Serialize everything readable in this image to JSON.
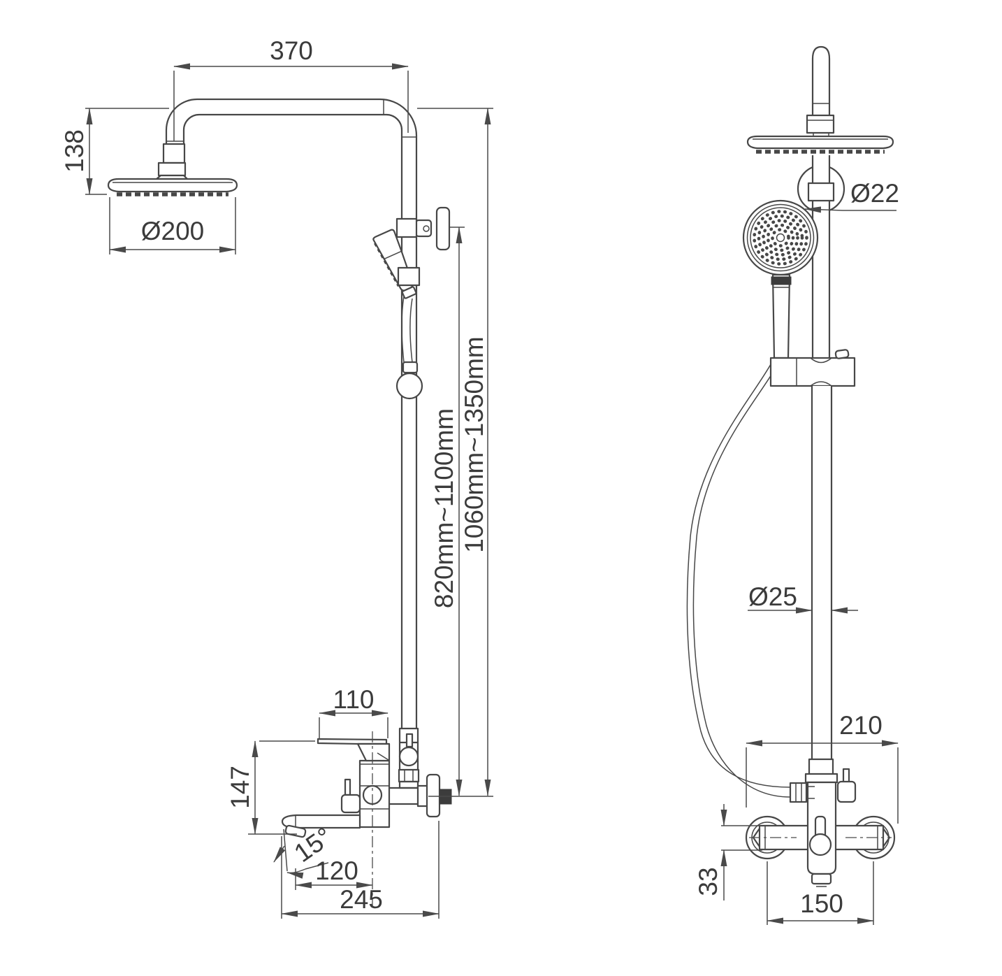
{
  "drawing": {
    "background": "#ffffff",
    "line_color": "#474747",
    "dimension_line_color": "#4a4a4a",
    "text_color": "#3b3b3b"
  },
  "left_view": {
    "dimensions": {
      "arm_length": "370",
      "head_offset": "138",
      "head_diameter": "Ø200",
      "slider_height_range": "820mm~1100mm",
      "column_height_range": "1060mm~1350mm",
      "handle_length": "110",
      "mixer_height": "147",
      "spout_angle": "15°",
      "spout_reach": "120",
      "overall_reach": "245"
    }
  },
  "right_view": {
    "dimensions": {
      "upper_pipe_diameter": "Ø22",
      "lower_pipe_diameter": "Ø25",
      "overall_width": "210",
      "inlet_pipe_height": "33",
      "inlet_centers_distance": "150"
    }
  }
}
